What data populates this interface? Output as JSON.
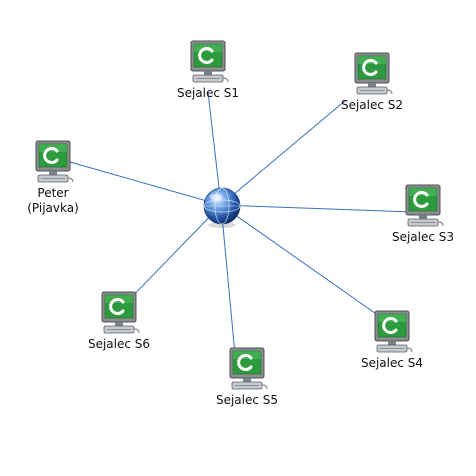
{
  "diagram": {
    "hub": {
      "icon": "globe-icon"
    },
    "nodes": [
      {
        "id": "s1",
        "label": "Sejalec S1",
        "icon": "computer-client-icon"
      },
      {
        "id": "s2",
        "label": "Sejalec S2",
        "icon": "computer-client-icon"
      },
      {
        "id": "s3",
        "label": "Sejalec S3",
        "icon": "computer-client-icon"
      },
      {
        "id": "s4",
        "label": "Sejalec S4",
        "icon": "computer-client-icon"
      },
      {
        "id": "s5",
        "label": "Sejalec S5",
        "icon": "computer-client-icon"
      },
      {
        "id": "s6",
        "label": "Sejalec S6",
        "icon": "computer-client-icon"
      },
      {
        "id": "peter",
        "label": "Peter",
        "label_line2": "(Pijavka)",
        "icon": "computer-client-icon"
      }
    ],
    "colors": {
      "link": "#3a6fc4",
      "screen": "#2e9a3e",
      "case": "#8a8e93"
    }
  }
}
